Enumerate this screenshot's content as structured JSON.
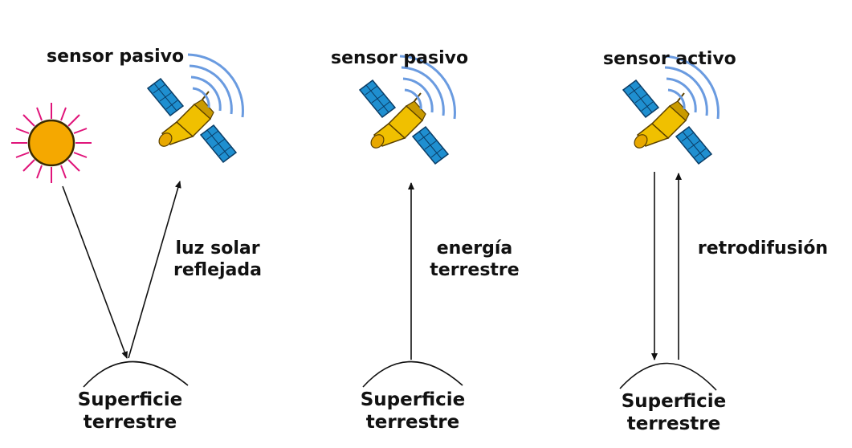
{
  "panels": [
    {
      "sensor_title": "sensor pasivo",
      "arrow_label": [
        "luz solar",
        "reflejada"
      ],
      "surface_label": [
        "Superficie",
        "terrestre"
      ]
    },
    {
      "sensor_title": "sensor pasivo",
      "arrow_label": [
        "energía",
        "terrestre"
      ],
      "surface_label": [
        "Superficie",
        "terrestre"
      ]
    },
    {
      "sensor_title": "sensor activo",
      "arrow_label": [
        "retrodifusión"
      ],
      "surface_label": [
        "Superficie",
        "terrestre"
      ]
    }
  ],
  "colors": {
    "sun_fill": "#f5a800",
    "sun_rays": "#e0147a",
    "satellite_body": "#f0c000",
    "satellite_panels": "#1f8fd0",
    "signal_waves": "#6a9be0",
    "lines": "#111111"
  },
  "icons": [
    "sun-icon",
    "satellite-icon",
    "signal-waves-icon"
  ]
}
